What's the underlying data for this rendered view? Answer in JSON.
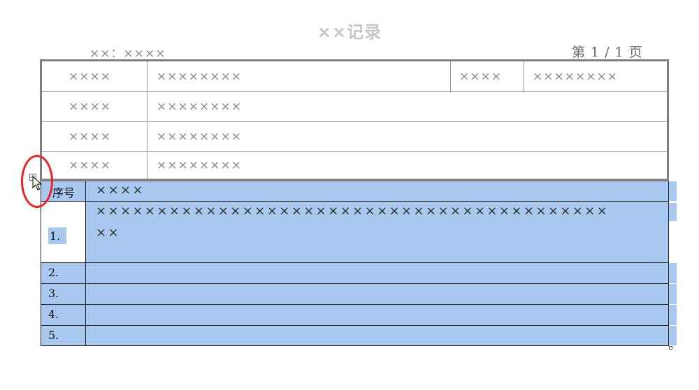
{
  "document": {
    "title": "××记录",
    "header_left": "××：××××",
    "header_right": "第 1 / 1 页"
  },
  "info_table": {
    "rows": [
      {
        "label": "××××",
        "value": "××××××××",
        "label2": "××××",
        "value2": "××××××××"
      },
      {
        "label": "××××",
        "value": "××××××××"
      },
      {
        "label": "××××",
        "value": "××××××××"
      },
      {
        "label": "××××",
        "value": "××××××××"
      }
    ]
  },
  "list_table": {
    "header": {
      "index": "序号",
      "content": "××××"
    },
    "rows": [
      {
        "index": "1.",
        "line1": "××××××××××××××××××××××××××××××××××××××××××",
        "line2": "××"
      },
      {
        "index": "2."
      },
      {
        "index": "3."
      },
      {
        "index": "4."
      },
      {
        "index": "5."
      }
    ]
  },
  "ui": {
    "highlight_color": "#a8c8ef",
    "annotation_color": "#e22222",
    "icons": [
      "table-move-handle-icon",
      "mouse-pointer-icon",
      "table-resize-handle-icon"
    ]
  }
}
